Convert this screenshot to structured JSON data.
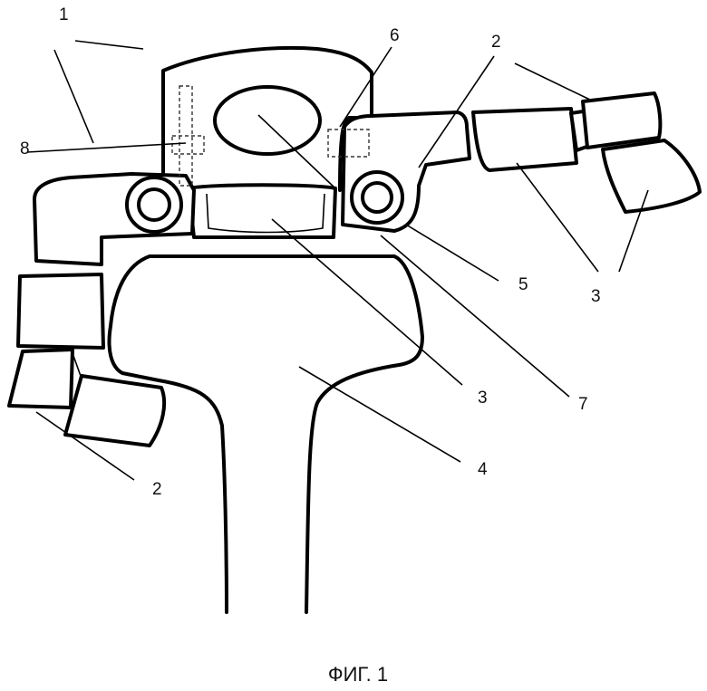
{
  "figure": {
    "caption": "ФИГ. 1",
    "callouts": [
      "1",
      "6",
      "2",
      "8",
      "5",
      "3",
      "3",
      "7",
      "4",
      "2"
    ],
    "colors": {
      "line": "#000000",
      "background": "#ffffff"
    }
  }
}
